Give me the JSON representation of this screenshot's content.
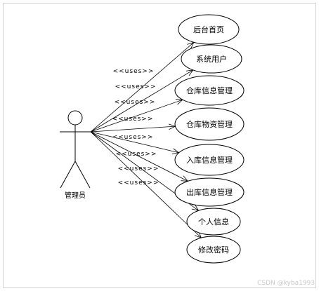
{
  "actor": {
    "name": "管理员"
  },
  "stereotype": "<<uses>>",
  "use_cases": [
    {
      "id": "home",
      "label": "后台首页"
    },
    {
      "id": "system-users",
      "label": "系统用户"
    },
    {
      "id": "warehouse-info",
      "label": "仓库信息管理"
    },
    {
      "id": "warehouse-materials",
      "label": "仓库物资管理"
    },
    {
      "id": "inbound-info",
      "label": "入库信息管理"
    },
    {
      "id": "outbound-info",
      "label": "出库信息管理"
    },
    {
      "id": "personal-info",
      "label": "个人信息"
    },
    {
      "id": "change-password",
      "label": "修改密码"
    }
  ],
  "watermark": "CSDN @kyba1993"
}
